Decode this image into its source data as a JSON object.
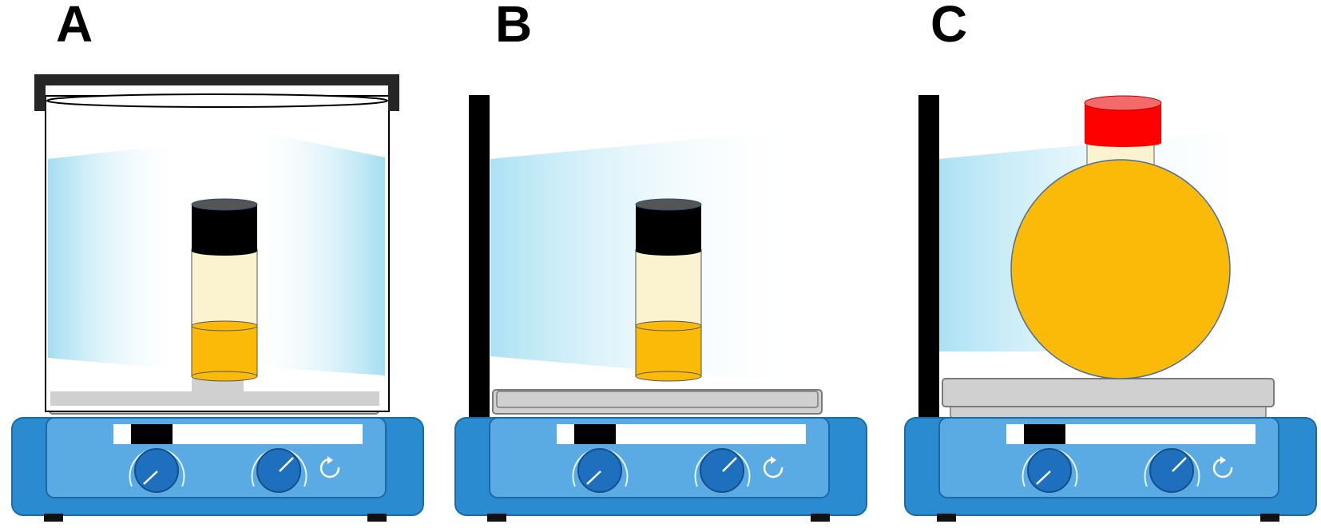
{
  "panels": [
    {
      "label": "A",
      "setup": "water-bath-with-vial"
    },
    {
      "label": "B",
      "setup": "open-stage-with-vial"
    },
    {
      "label": "C",
      "setup": "round-bottom-flask"
    }
  ],
  "colors": {
    "stirrer_body": "#2a8bd0",
    "stirrer_face": "#5aaae3",
    "knob": "#1f6fbf",
    "plate": "#d1d0d0",
    "vial_cap": "#000000",
    "vial_liquid_light": "#fbf2cf",
    "vial_liquid_orange": "#fbba07",
    "flask_body": "#fbba07",
    "flask_cap": "#ff0000",
    "light_beam": "#8fd7ef"
  }
}
